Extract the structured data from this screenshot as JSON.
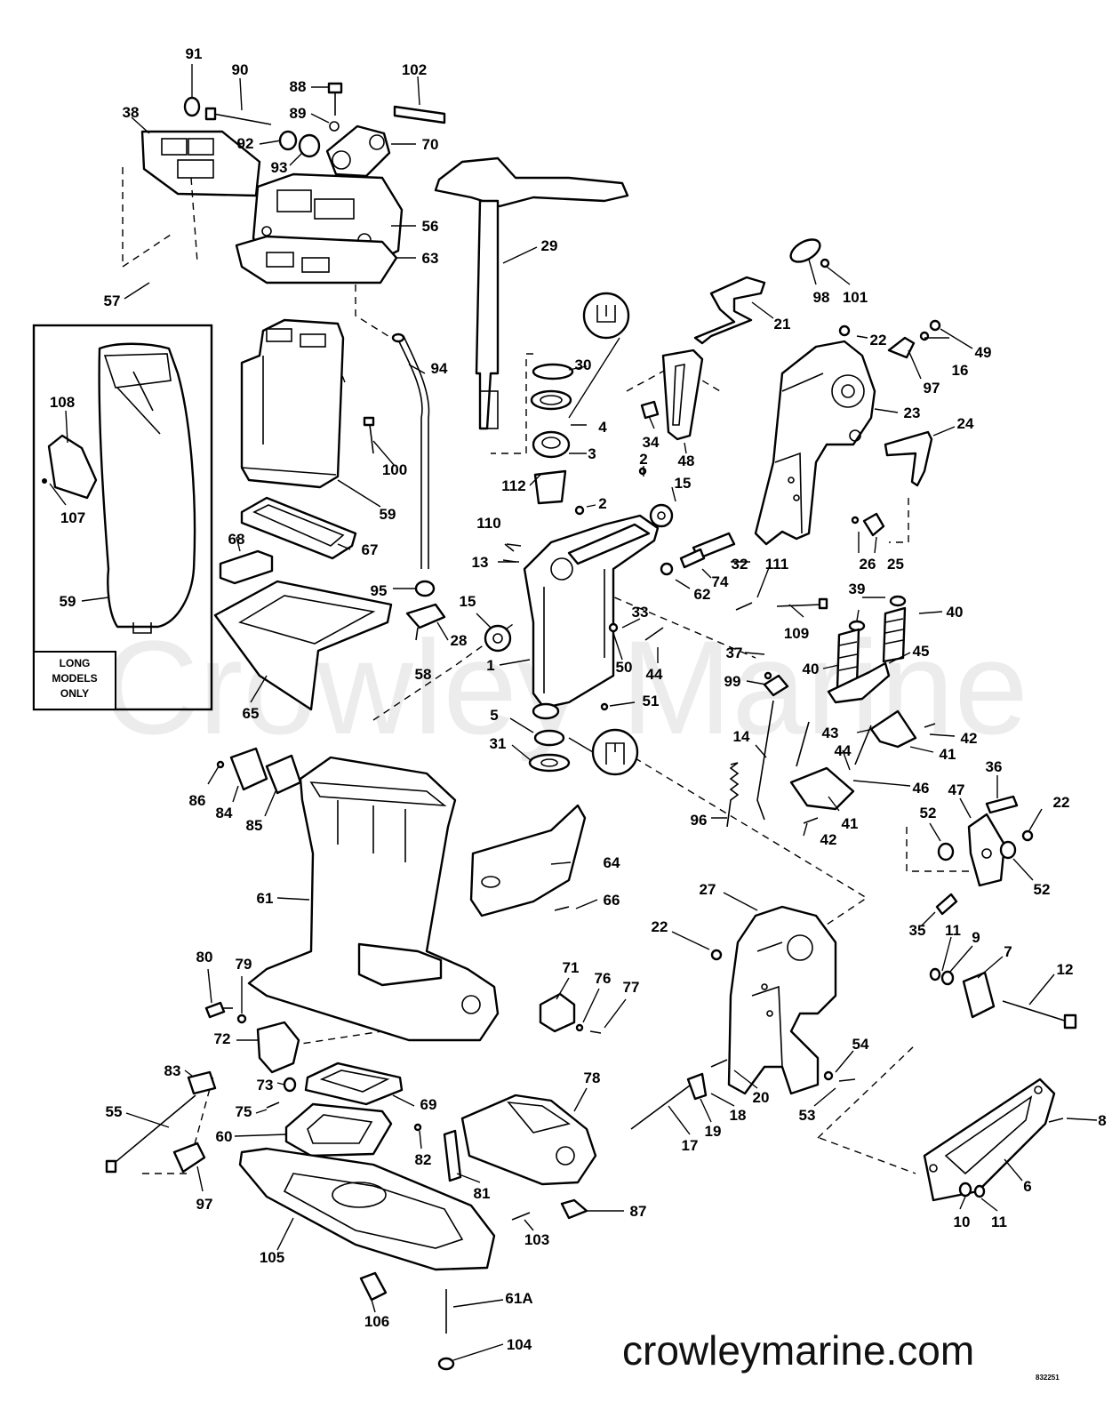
{
  "watermark": "Crowley Marine",
  "website": "crowleymarine.com",
  "drawing_code": "832251",
  "inset": {
    "note_line1": "LONG",
    "note_line2": "MODELS",
    "note_line3": "ONLY"
  },
  "labels": {
    "n1": "1",
    "n2a": "2",
    "n2b": "2",
    "n3": "3",
    "n4": "4",
    "n5": "5",
    "n6": "6",
    "n7": "7",
    "n8": "8",
    "n9": "9",
    "n10": "10",
    "n11a": "11",
    "n11b": "11",
    "n12": "12",
    "n13": "13",
    "n14": "14",
    "n15a": "15",
    "n15b": "15",
    "n16": "16",
    "n17": "17",
    "n18": "18",
    "n19": "19",
    "n20": "20",
    "n21": "21",
    "n22a": "22",
    "n22b": "22",
    "n22c": "22",
    "n23": "23",
    "n24": "24",
    "n25": "25",
    "n26": "26",
    "n27": "27",
    "n28": "28",
    "n29": "29",
    "n30": "30",
    "n31": "31",
    "n32": "32",
    "n33": "33",
    "n34": "34",
    "n35": "35",
    "n36": "36",
    "n37": "37",
    "n38": "38",
    "n39": "39",
    "n40a": "40",
    "n40b": "40",
    "n41a": "41",
    "n41b": "41",
    "n42a": "42",
    "n42b": "42",
    "n43": "43",
    "n44a": "44",
    "n44b": "44",
    "n45": "45",
    "n46": "46",
    "n47": "47",
    "n48": "48",
    "n49": "49",
    "n50": "50",
    "n51": "51",
    "n52a": "52",
    "n52b": "52",
    "n53": "53",
    "n54": "54",
    "n55": "55",
    "n56": "56",
    "n57": "57",
    "n58": "58",
    "n59a": "59",
    "n59b": "59",
    "n60": "60",
    "n61": "61",
    "n61a": "61A",
    "n62": "62",
    "n63": "63",
    "n64": "64",
    "n65": "65",
    "n66": "66",
    "n67": "67",
    "n68": "68",
    "n69": "69",
    "n70": "70",
    "n71": "71",
    "n72": "72",
    "n73": "73",
    "n74": "74",
    "n75": "75",
    "n76": "76",
    "n77": "77",
    "n78": "78",
    "n79": "79",
    "n80": "80",
    "n81": "81",
    "n82": "82",
    "n83": "83",
    "n84": "84",
    "n85": "85",
    "n86": "86",
    "n87": "87",
    "n88": "88",
    "n89": "89",
    "n90": "90",
    "n91": "91",
    "n92": "92",
    "n93": "93",
    "n94": "94",
    "n95": "95",
    "n96": "96",
    "n97a": "97",
    "n97b": "97",
    "n98": "98",
    "n99": "99",
    "n100": "100",
    "n101": "101",
    "n102": "102",
    "n103": "103",
    "n104": "104",
    "n105": "105",
    "n106": "106",
    "n107": "107",
    "n108": "108",
    "n109": "109",
    "n110": "110",
    "n111": "111",
    "n112": "112"
  }
}
